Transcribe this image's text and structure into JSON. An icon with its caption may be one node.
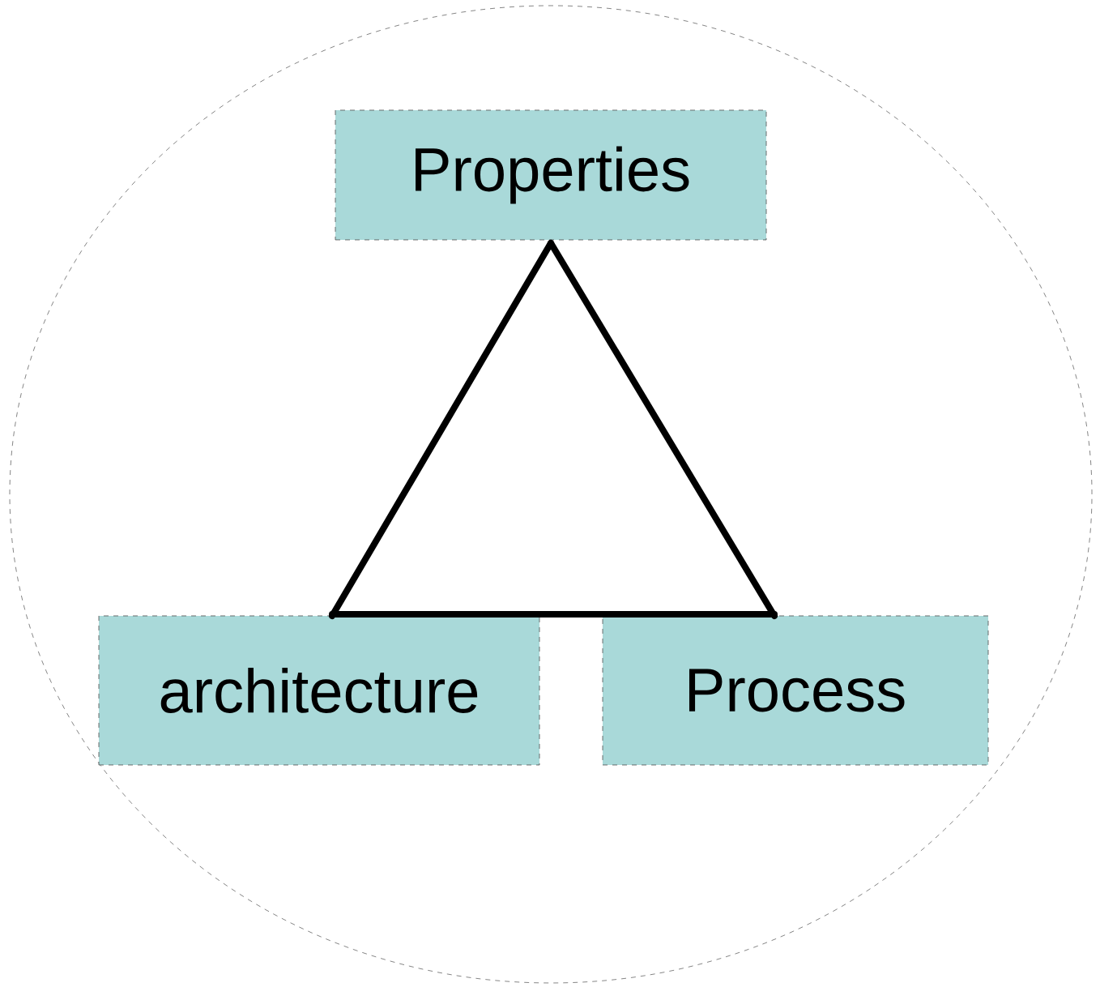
{
  "diagram": {
    "nodes": [
      {
        "text": [],
        "shape": "circle"
      },
      {
        "text": [
          "Properties"
        ],
        "in": 0
      },
      {
        "text": [
          "architecture"
        ],
        "in": 0
      },
      {
        "text": [
          "Process"
        ],
        "in": 0
      }
    ],
    "edges": [
      {
        "from": 1,
        "to": 2,
        "arrow": "none"
      },
      {
        "from": 1,
        "to": 3,
        "arrow": "none"
      },
      {
        "from": 2,
        "to": 3,
        "arrow": "none"
      }
    ]
  }
}
